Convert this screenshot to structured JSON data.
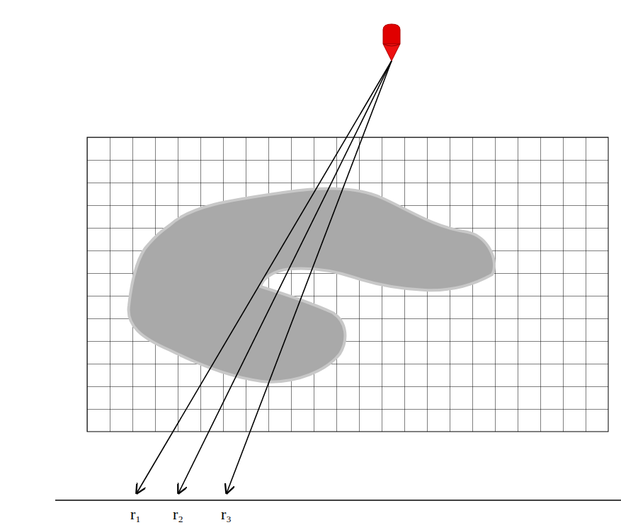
{
  "diagram": {
    "labels": [
      "r₁",
      "r₂",
      "r₃"
    ]
  }
}
